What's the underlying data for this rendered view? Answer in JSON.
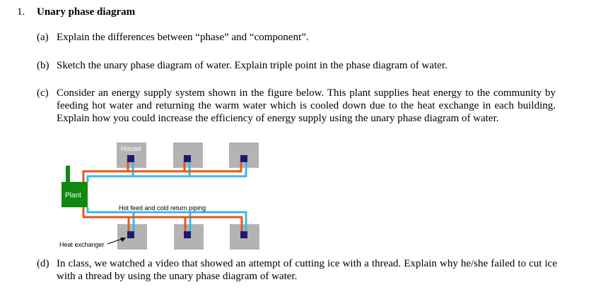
{
  "question": {
    "number": "1.",
    "title": "Unary phase diagram"
  },
  "items": [
    {
      "label": "(a)",
      "text": "Explain the differences between “phase” and “component”."
    },
    {
      "label": "(b)",
      "text": "Sketch the unary phase diagram of water. Explain triple point in the phase diagram of water."
    },
    {
      "label": "(c)",
      "text": "Consider an energy supply system shown in the figure below. This plant supplies heat energy to the community by feeding hot water and returning the warm water which is cooled down due to the heat exchange in each building. Explain how you could increase the efficiency of energy supply using the unary phase diagram of water."
    },
    {
      "label": "(d)",
      "text": "In class, we watched a video that showed an attempt of cutting ice with a thread. Explain why he/she failed to cut ice with a thread by using the unary phase diagram of water."
    }
  ],
  "figure": {
    "house_label": "House",
    "plant_label": "Plant",
    "piping_label": "Hot feed and cold return piping",
    "heat_exchanger_label": "Heat exchanger",
    "colors": {
      "house": "#b3b3b3",
      "plant": "#0f8a0f",
      "hot_pipe": "#e4571c",
      "cold_pipe": "#37b8ec",
      "exchanger": "#1c1a6e"
    }
  }
}
